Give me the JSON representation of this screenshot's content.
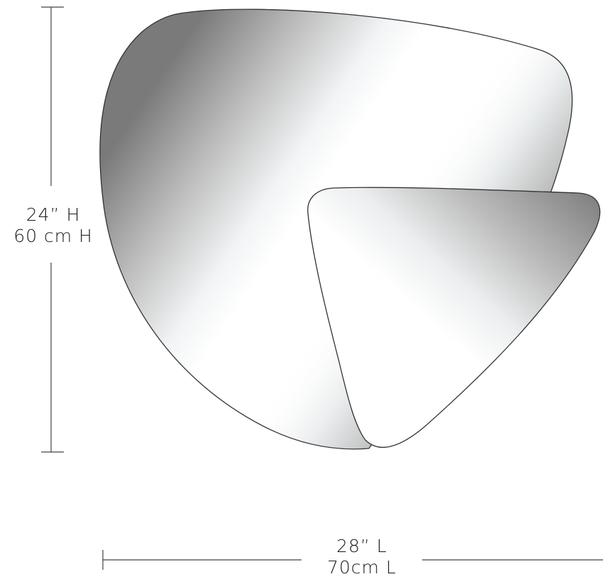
{
  "dimensions": {
    "height_imperial": "24” H",
    "height_metric": "60 cm H",
    "length_imperial": "28” L",
    "length_metric": "70cm L"
  },
  "colors": {
    "outline": "#333333",
    "line": "#444444",
    "shade_dark": "#7d7d7d",
    "shade_light": "#ffffff"
  }
}
